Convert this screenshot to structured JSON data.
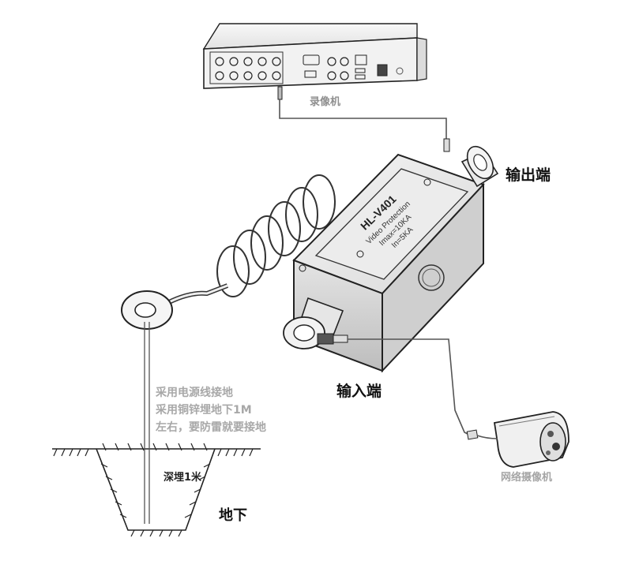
{
  "labels": {
    "recorder": "录像机",
    "output_end": "输出端",
    "input_end": "输入端",
    "network_camera": "网络摄像机",
    "burial_depth": "深埋1米",
    "underground": "地下"
  },
  "grounding_note": [
    "采用电源线接地",
    "采用铜锌埋地下1M",
    "左右，要防雷就要接地"
  ],
  "device": {
    "model": "HL-V401",
    "line1": "Video Protection",
    "line2": "Imax=10KA",
    "line3": "In=5KA"
  },
  "colors": {
    "ink": "#222222",
    "gray_text": "#9a9a9a",
    "cable": "#555555"
  }
}
